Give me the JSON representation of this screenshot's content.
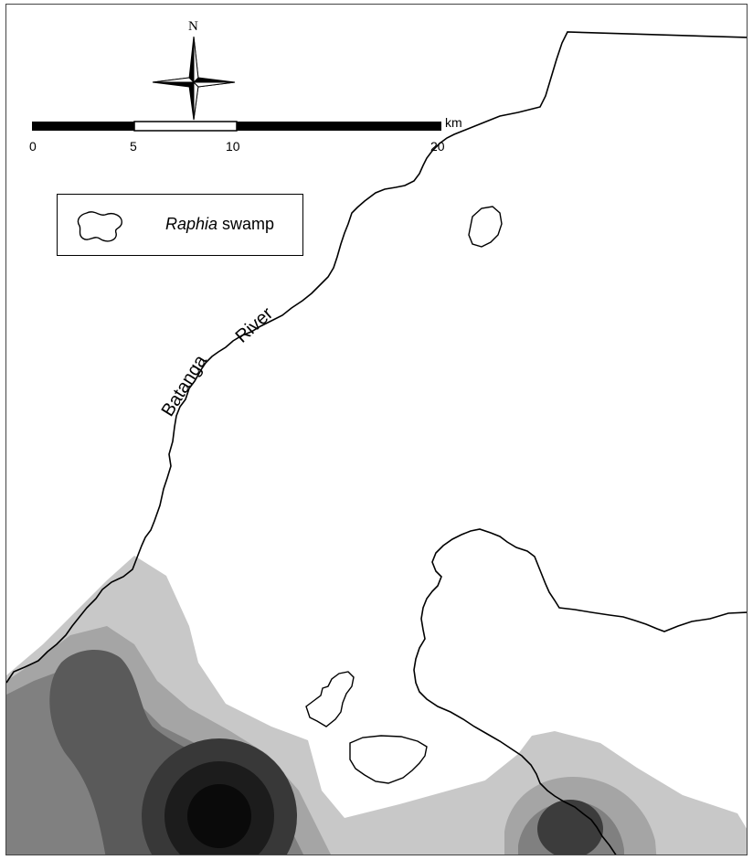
{
  "map": {
    "north_label": "N",
    "scale": {
      "ticks": [
        "0",
        "5",
        "10",
        "20"
      ],
      "unit": "km"
    },
    "legend": {
      "symbol_icon": "swamp-outline-icon",
      "label_italic": "Raphia",
      "label_rest": " swamp"
    },
    "river_label": {
      "word1": "Batanga",
      "word2": "River"
    },
    "shading_colors": [
      "#c8c8c8",
      "#a5a5a5",
      "#808080",
      "#5a5a5a",
      "#383838",
      "#1c1c1c",
      "#0a0a0a"
    ],
    "line_color": "#000000"
  }
}
